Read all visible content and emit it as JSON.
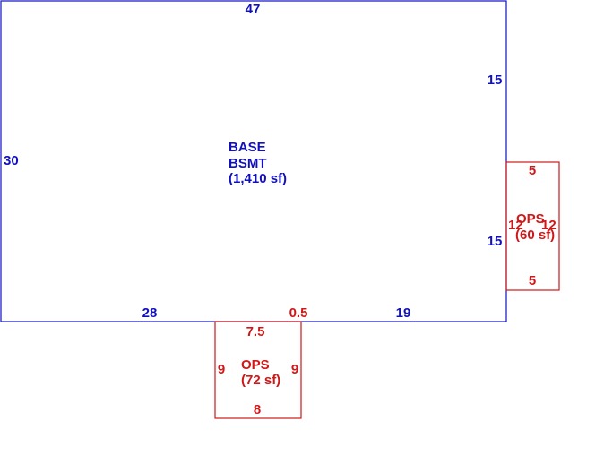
{
  "colors": {
    "base": "#1010c0",
    "addition": "#d01818",
    "background": "#ffffff"
  },
  "base_area": {
    "name_line1": "BASE",
    "name_line2": "BSMT",
    "area": "(1,410 sf)",
    "dims": {
      "top": "47",
      "left": "30",
      "right_upper": "15",
      "right_lower": "15",
      "bottom_left": "28",
      "bottom_right": "19"
    }
  },
  "ops_right": {
    "name": "OPS",
    "area": "(60 sf)",
    "dims": {
      "top": "5",
      "bottom": "5",
      "left": "12",
      "right": "12"
    }
  },
  "ops_bottom": {
    "name": "OPS",
    "area": "(72 sf)",
    "dims": {
      "top": "7.5",
      "top_offset": "0.5",
      "left": "9",
      "right": "9",
      "bottom": "8"
    }
  }
}
